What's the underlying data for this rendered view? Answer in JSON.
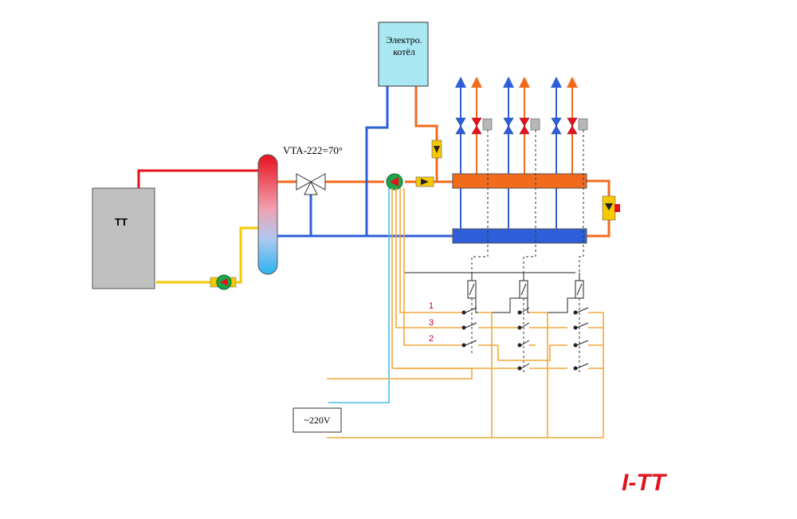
{
  "diagram": {
    "solid_fuel_boiler": {
      "label": "ТТ"
    },
    "electric_boiler": {
      "label_line1": "Электро.",
      "label_line2": "котёл"
    },
    "mixing_valve": {
      "label": "VTA-222=70°"
    },
    "relay_lines": {
      "line1": "1",
      "line3": "3",
      "line2": "2"
    },
    "power_supply": {
      "label": "~220V"
    },
    "logo": {
      "text": "I-TT"
    }
  },
  "colors": {
    "hot": "#e8101c",
    "warm_supply": "#f26b1d",
    "cold_return": "#2e5fd8",
    "boiler_feed": "#f5c800",
    "wiring": "#f2a93b",
    "signal": "#45bde6",
    "manifold_supply": "#f26b1d",
    "manifold_return": "#2e5fd8",
    "boiler_body": "#c0c0c0",
    "electric_boiler_body": "#aae8f4",
    "pump": "#1aa64a",
    "relay_label": "#c8001e",
    "logo": "#e4141c"
  }
}
